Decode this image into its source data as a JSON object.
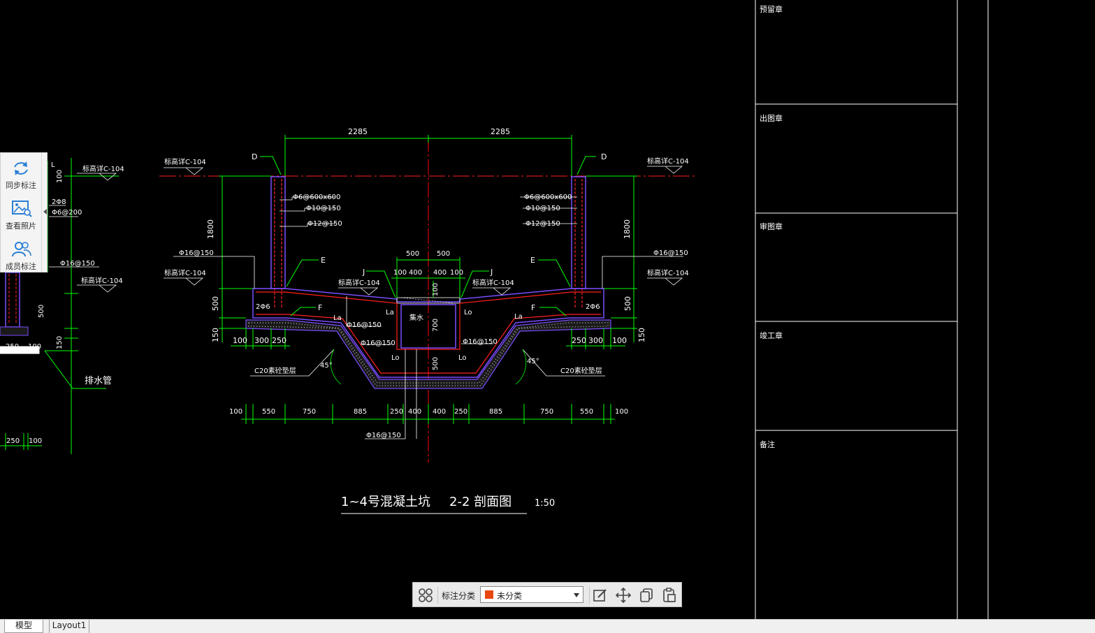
{
  "side_panel": {
    "sync_label": "同步标注",
    "photo_label": "查看照片",
    "member_label": "成员标注"
  },
  "title_block": {
    "rows": [
      "预留章",
      "出图章",
      "审图章",
      "竣工章",
      "备注"
    ]
  },
  "drawing": {
    "title": "1~4号混凝土坑",
    "section": "2-2 剖面图",
    "scale": "1:50",
    "top_dims": [
      "2285",
      "2285"
    ],
    "markers": {
      "D": "D",
      "E": "E",
      "F": "F",
      "J": "J",
      "L": "L"
    },
    "level_label": "标高详C-104",
    "rebar": {
      "a": "Φ6@600x600",
      "b": "Φ10@150",
      "c": "Φ12@150",
      "d": "Φ16@150",
      "e": "2Φ6",
      "f": "2Φ8",
      "g": "Φ6@200",
      "h": "Φ16@150"
    },
    "dims_v": {
      "d1800": "1800",
      "d500": "500",
      "d150": "150",
      "d100": "100",
      "d700": "700"
    },
    "small_dims": {
      "a100": "100",
      "b400": "400",
      "c500": "500",
      "d300": "300",
      "e250": "250",
      "f250": "250"
    },
    "la": "La",
    "lo": "Lo",
    "sump": "集水",
    "cushion": "C20素砼垫层",
    "angle": "45°",
    "drain_pipe": "排水管",
    "bottom_dims": [
      "100",
      "550",
      "750",
      "885",
      "250",
      "400",
      "400",
      "250",
      "885",
      "750",
      "550",
      "100"
    ],
    "left_dims": [
      "250",
      "100"
    ]
  },
  "toolbar": {
    "category_label": "标注分类",
    "category_value": "未分类"
  },
  "tabs": {
    "model": "模型",
    "layout1": "Layout1"
  },
  "colors": {
    "background": "#000000",
    "dim_green": "#00ff00",
    "wall_purple": "#7a4dff",
    "rebar_red": "#ff2020",
    "center_red": "#ff0000",
    "text_white": "#ffffff",
    "category_swatch": "#e8470f"
  }
}
